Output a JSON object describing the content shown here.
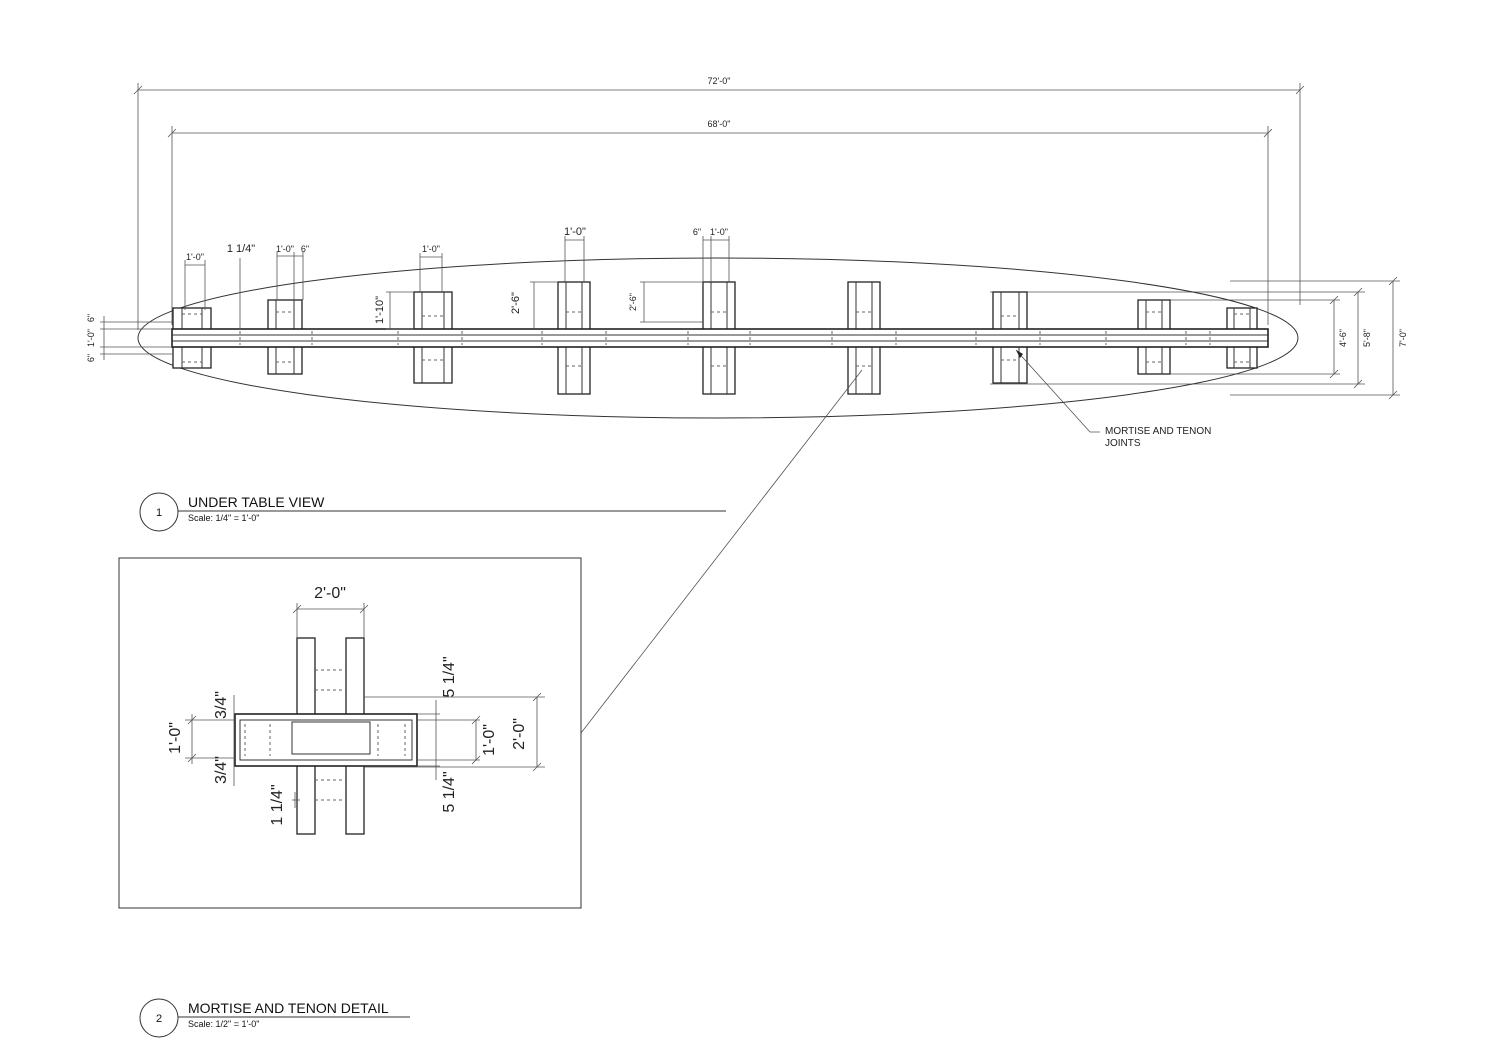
{
  "overall_dims": {
    "total_length": "72'-0\"",
    "inner_length": "68'-0\"",
    "width_4_6": "4'-6\"",
    "width_5_8": "5'-8\"",
    "width_7_0": "7'-0\""
  },
  "under_view_dims": {
    "d1": "1'-0\"",
    "d2": "1 1/4\"",
    "d3": "1'-0\"",
    "d4": "6\"",
    "d5": "1'-0\"",
    "d6": "1'-10\"",
    "d7": "1'-0\"",
    "d8": "2'-6\"",
    "d9": "6\"",
    "d10": "1'-0\"",
    "d11": "2'-6\"",
    "left_top": "6\"",
    "left_mid": "1'-0\"",
    "left_bot": "6\""
  },
  "callout": {
    "line1": "MORTISE AND TENON",
    "line2": "JOINTS"
  },
  "view1": {
    "number": "1",
    "title": "UNDER TABLE VIEW",
    "scale": "Scale: 1/4\" = 1'-0\""
  },
  "detail_dims": {
    "top_width": "2'-0\"",
    "left_height": "1'-0\"",
    "left_upper": "3/4\"",
    "left_lower": "3/4\"",
    "bottom": "1 1/4\"",
    "right_upper": "5 1/4\"",
    "right_mid": "1'-0\"",
    "right_lower": "5 1/4\"",
    "right_outer": "2'-0\""
  },
  "view2": {
    "number": "2",
    "title": "MORTISE AND TENON DETAIL",
    "scale": "Scale: 1/2\" = 1'-0\""
  }
}
